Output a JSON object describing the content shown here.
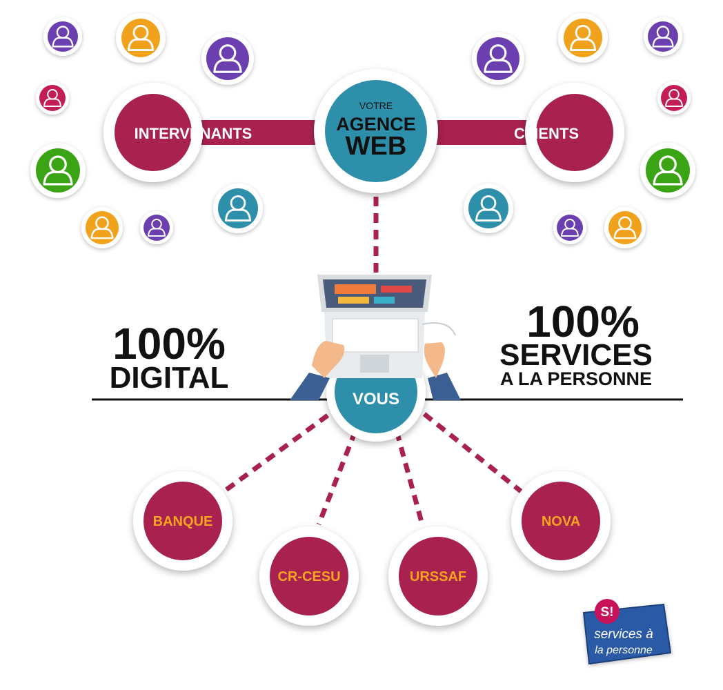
{
  "center": {
    "line1": "VOTRE",
    "line2": "AGENCE",
    "line3": "WEB"
  },
  "left_hub": {
    "label": "INTERVENANTS"
  },
  "right_hub": {
    "label": "CLIENTS"
  },
  "left_headline": {
    "line1": "100%",
    "line2": "DIGITAL"
  },
  "right_headline": {
    "line1": "100%",
    "line2": "SERVICES",
    "line3": "A LA PERSONNE"
  },
  "you": {
    "label": "VOUS"
  },
  "partners": [
    {
      "label": "BANQUE"
    },
    {
      "label": "CR-CESU"
    },
    {
      "label": "URSSAF"
    },
    {
      "label": "NOVA"
    }
  ],
  "logo": {
    "mark": "S!",
    "line1": "services à",
    "line2": "la personne"
  },
  "colors": {
    "crimson": "#a8214f",
    "teal": "#2e8fab",
    "orange": "#f1a21d",
    "purple": "#6c3fb1",
    "green": "#3aa415",
    "pink": "#c41d56",
    "partner_text": "#f7a421"
  },
  "avatars_left": [
    {
      "icon": "person-icon",
      "color": "purple"
    },
    {
      "icon": "person-icon",
      "color": "orange"
    },
    {
      "icon": "person-icon",
      "color": "purple"
    },
    {
      "icon": "person-icon",
      "color": "pink"
    },
    {
      "icon": "person-icon",
      "color": "green"
    },
    {
      "icon": "person-icon",
      "color": "teal"
    },
    {
      "icon": "person-icon",
      "color": "orange"
    },
    {
      "icon": "person-icon",
      "color": "purple"
    }
  ],
  "avatars_right": [
    {
      "icon": "person-icon",
      "color": "purple"
    },
    {
      "icon": "person-icon",
      "color": "orange"
    },
    {
      "icon": "person-icon",
      "color": "purple"
    },
    {
      "icon": "person-icon",
      "color": "pink"
    },
    {
      "icon": "person-icon",
      "color": "green"
    },
    {
      "icon": "person-icon",
      "color": "teal"
    },
    {
      "icon": "person-icon",
      "color": "purple"
    },
    {
      "icon": "person-icon",
      "color": "orange"
    }
  ]
}
